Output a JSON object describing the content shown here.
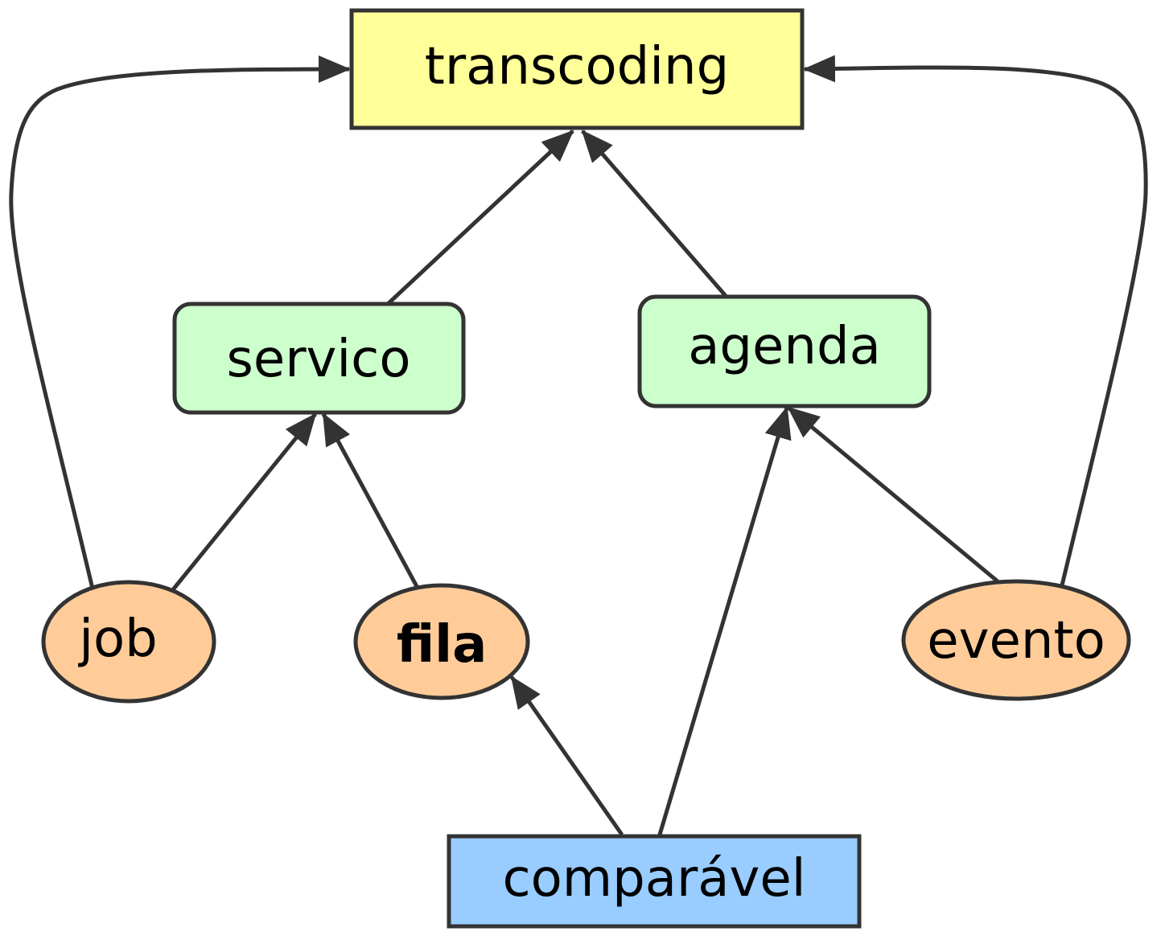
{
  "diagram": {
    "nodes": {
      "transcoding": {
        "label": "transcoding",
        "fill": "#FFFF99",
        "shape": "rect"
      },
      "servico": {
        "label": "servico",
        "fill": "#CCFFCC",
        "shape": "rounded-rect"
      },
      "agenda": {
        "label": "agenda",
        "fill": "#CCFFCC",
        "shape": "rounded-rect"
      },
      "job": {
        "label": "job",
        "fill": "#FFCC99",
        "shape": "ellipse"
      },
      "fila": {
        "label": "fila",
        "fill": "#FFCC99",
        "shape": "ellipse",
        "bold": true
      },
      "evento": {
        "label": "evento",
        "fill": "#FFCC99",
        "shape": "ellipse"
      },
      "comparavel": {
        "label": "comparável",
        "fill": "#99CCFF",
        "shape": "rect"
      }
    },
    "edges": [
      {
        "from": "job",
        "to": "transcoding"
      },
      {
        "from": "evento",
        "to": "transcoding"
      },
      {
        "from": "servico",
        "to": "transcoding"
      },
      {
        "from": "agenda",
        "to": "transcoding"
      },
      {
        "from": "job",
        "to": "servico"
      },
      {
        "from": "fila",
        "to": "servico"
      },
      {
        "from": "evento",
        "to": "agenda"
      },
      {
        "from": "comparavel",
        "to": "agenda"
      },
      {
        "from": "comparavel",
        "to": "fila"
      }
    ],
    "colors": {
      "stroke": "#333333",
      "text": "#000000"
    }
  }
}
